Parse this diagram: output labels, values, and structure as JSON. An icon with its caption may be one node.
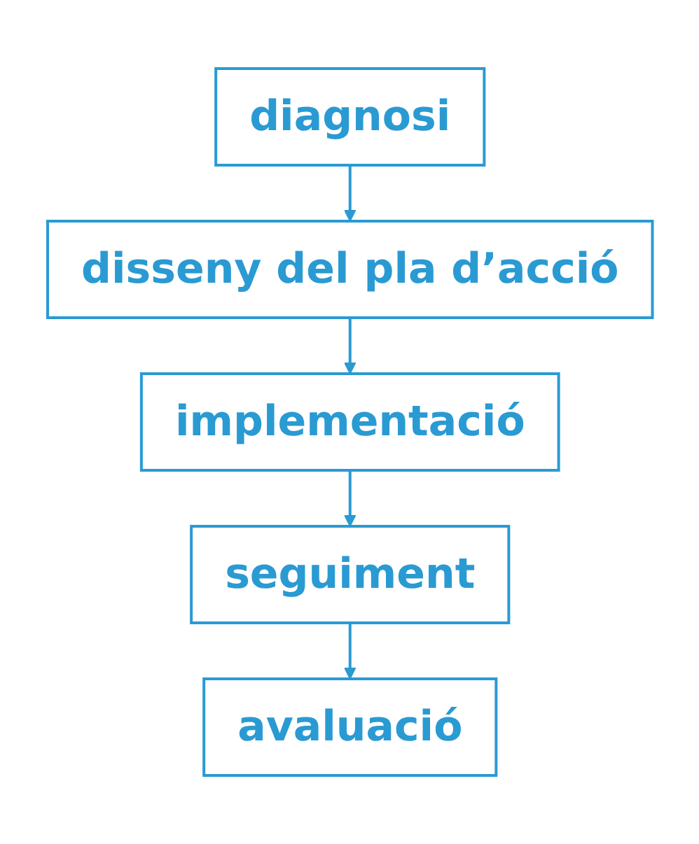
{
  "diagram": {
    "nodes": [
      {
        "text": [
          "diagnosi"
        ]
      },
      {
        "text": [
          "disseny del pla d’acció"
        ]
      },
      {
        "text": [
          "implementació"
        ]
      },
      {
        "text": [
          "seguiment"
        ]
      },
      {
        "text": [
          "avaluació"
        ]
      }
    ],
    "edges": [
      {
        "from": 0,
        "to": 1,
        "arrow": "to"
      },
      {
        "from": 1,
        "to": 2,
        "arrow": "to"
      },
      {
        "from": 2,
        "to": 3,
        "arrow": "to"
      },
      {
        "from": 3,
        "to": 4,
        "arrow": "to"
      }
    ]
  }
}
